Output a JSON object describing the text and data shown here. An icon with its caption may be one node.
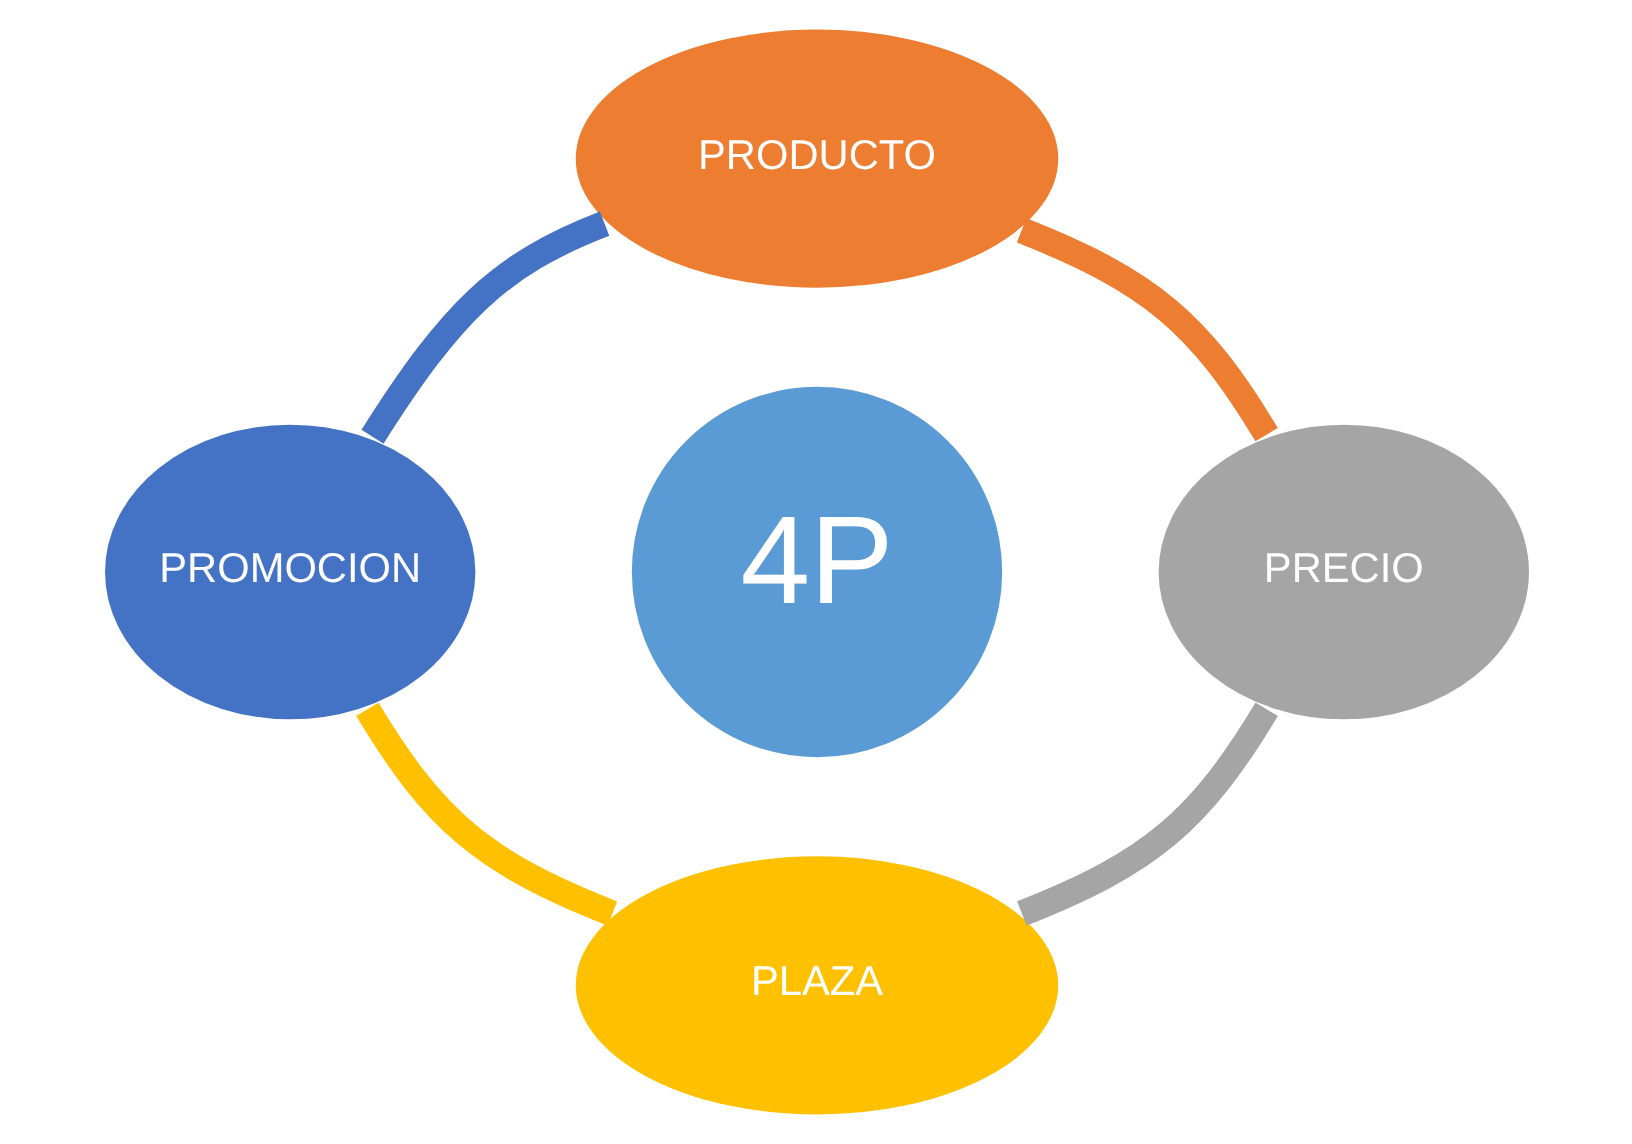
{
  "diagram": {
    "nodes": [
      {
        "text": [
          "PRODUCTO"
        ]
      },
      {
        "text": [
          "PROMOCION"
        ]
      },
      {
        "text": [
          "4P"
        ]
      },
      {
        "text": [
          "PRECIO"
        ]
      },
      {
        "text": [
          "PLAZA"
        ]
      }
    ],
    "edges": [
      {
        "from": 0,
        "to": 3,
        "arrow": "none",
        "color": "#ed7d31"
      },
      {
        "from": 3,
        "to": 4,
        "arrow": "none",
        "color": "#a5a5a5"
      },
      {
        "from": 4,
        "to": 1,
        "arrow": "none",
        "color": "#ffc000"
      },
      {
        "from": 1,
        "to": 0,
        "arrow": "none",
        "color": "#4472c4"
      }
    ]
  }
}
